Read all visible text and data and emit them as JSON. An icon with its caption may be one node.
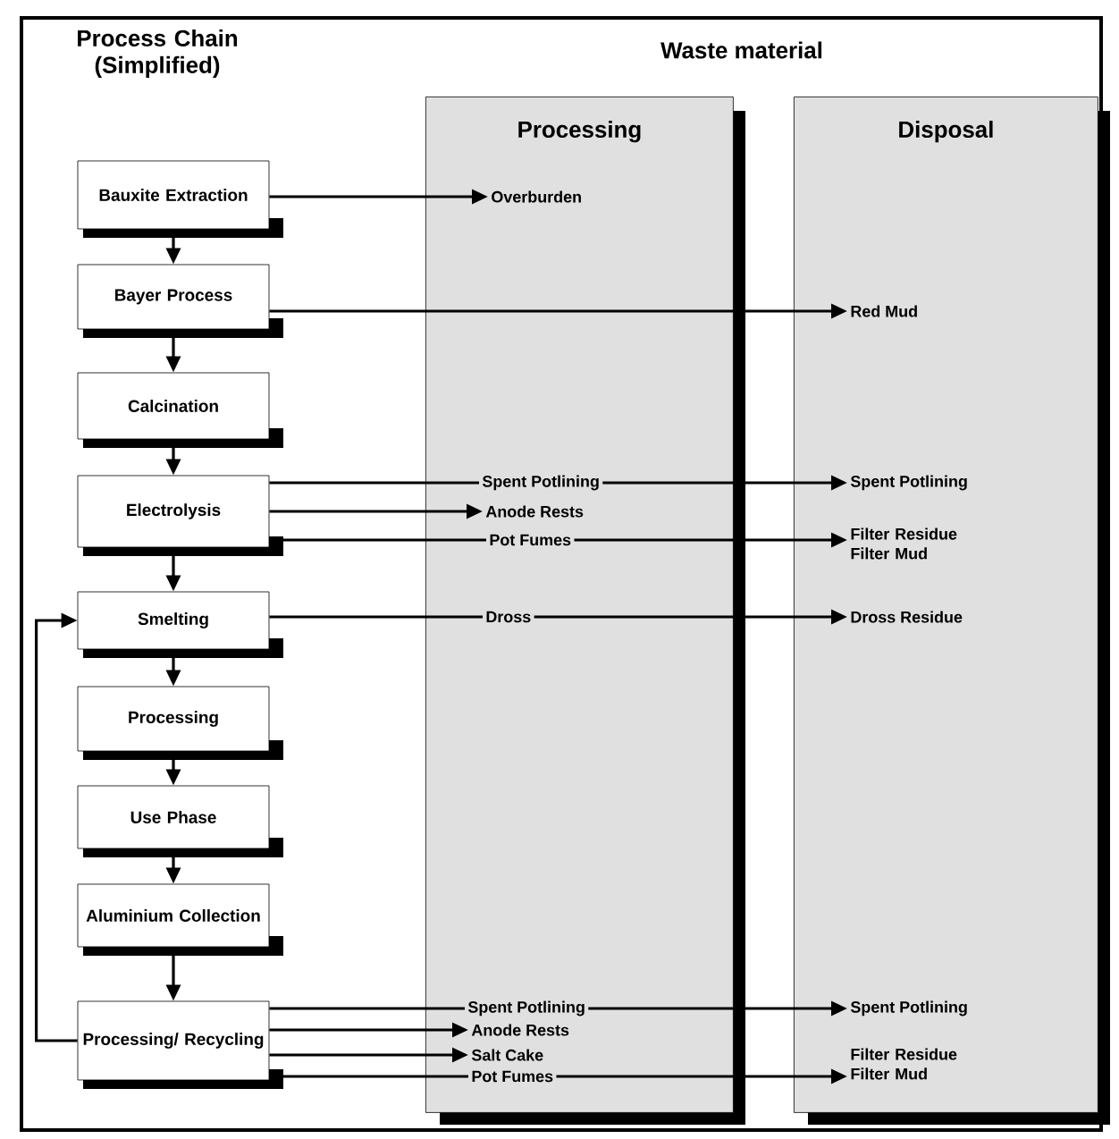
{
  "diagram": {
    "nodes": [
      {
        "text": [
          "Processing"
        ]
      },
      {
        "text": [
          "Disposal"
        ]
      },
      {
        "text": [
          "Bauxite Extraction"
        ]
      },
      {
        "text": [
          "Bayer Process"
        ]
      },
      {
        "text": [
          "Calcination"
        ]
      },
      {
        "text": [
          "Electrolysis"
        ]
      },
      {
        "text": [
          "Smelting"
        ]
      },
      {
        "text": [
          "Processing"
        ]
      },
      {
        "text": [
          "Use Phase"
        ]
      },
      {
        "text": [
          "Aluminium Collection"
        ]
      },
      {
        "text": [
          "Processing/ Recycling"
        ]
      },
      {
        "text": [
          "Overburden"
        ],
        "in": 0
      },
      {
        "text": [
          "Red Mud"
        ],
        "in": 1
      },
      {
        "text": [
          "Spent Potlining"
        ],
        "in": 0
      },
      {
        "text": [
          "Anode Rests"
        ],
        "in": 0
      },
      {
        "text": [
          "Pot Fumes"
        ],
        "in": 0
      },
      {
        "text": [
          "Spent Potlining"
        ],
        "in": 1
      },
      {
        "text": [
          "Filter Residue Filter Mud"
        ],
        "in": 1
      },
      {
        "text": [
          "Dross"
        ],
        "in": 0
      },
      {
        "text": [
          "Dross Residue"
        ],
        "in": 1
      },
      {
        "text": [
          "Spent Potlining"
        ],
        "in": 0
      },
      {
        "text": [
          "Anode Rests"
        ],
        "in": 0
      },
      {
        "text": [
          "Salt Cake"
        ],
        "in": 0
      },
      {
        "text": [
          "Pot Fumes"
        ],
        "in": 0
      },
      {
        "text": [
          "Spent Potlining"
        ],
        "in": 1
      },
      {
        "text": [
          "Filter Residue Filter Mud"
        ],
        "in": 1
      }
    ],
    "edges": [
      {
        "from": 2,
        "to": 3,
        "arrow": "to"
      },
      {
        "from": 3,
        "to": 4,
        "arrow": "to"
      },
      {
        "from": 4,
        "to": 5,
        "arrow": "to"
      },
      {
        "from": 5,
        "to": 6,
        "arrow": "to"
      },
      {
        "from": 6,
        "to": 7,
        "arrow": "to"
      },
      {
        "from": 7,
        "to": 8,
        "arrow": "to"
      },
      {
        "from": 8,
        "to": 9,
        "arrow": "to"
      },
      {
        "from": 9,
        "to": 10,
        "arrow": "to"
      },
      {
        "from": 10,
        "to": 6,
        "arrow": "to"
      },
      {
        "from": 2,
        "to": 11,
        "arrow": "to"
      },
      {
        "from": 3,
        "to": 12,
        "arrow": "to"
      },
      {
        "from": 5,
        "to": 13,
        "arrow": "none"
      },
      {
        "from": 13,
        "to": 16,
        "arrow": "to"
      },
      {
        "from": 5,
        "to": 14,
        "arrow": "to"
      },
      {
        "from": 5,
        "to": 15,
        "arrow": "none"
      },
      {
        "from": 15,
        "to": 17,
        "arrow": "to"
      },
      {
        "from": 6,
        "to": 18,
        "arrow": "none"
      },
      {
        "from": 18,
        "to": 19,
        "arrow": "to"
      },
      {
        "from": 10,
        "to": 20,
        "arrow": "none"
      },
      {
        "from": 20,
        "to": 24,
        "arrow": "to"
      },
      {
        "from": 10,
        "to": 21,
        "arrow": "to"
      },
      {
        "from": 10,
        "to": 22,
        "arrow": "to"
      },
      {
        "from": 10,
        "to": 23,
        "arrow": "none"
      },
      {
        "from": 23,
        "to": 25,
        "arrow": "to"
      }
    ],
    "labels": [
      "Process Chain (Simplified)",
      "Waste material"
    ]
  }
}
